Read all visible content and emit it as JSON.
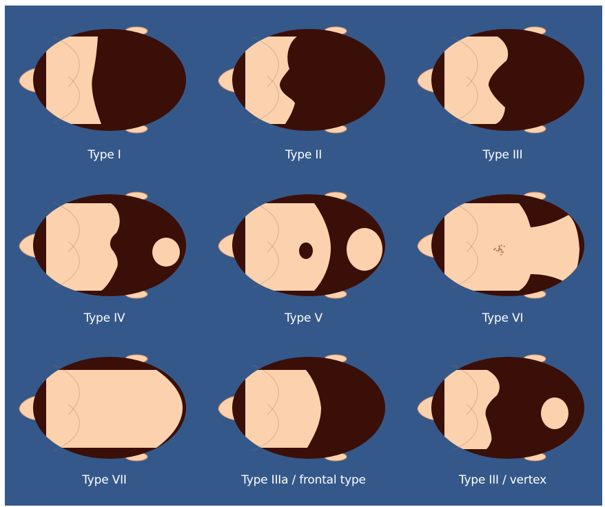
{
  "background_color": "#35588a",
  "hair_color": "#3a0f08",
  "skin_color": "#fbd2ad",
  "caption_color": "#ffffff",
  "diagrams": [
    {
      "key": "type-i",
      "label": "Type I"
    },
    {
      "key": "type-ii",
      "label": "Type II"
    },
    {
      "key": "type-iii",
      "label": "Type III"
    },
    {
      "key": "type-iv",
      "label": "Type IV"
    },
    {
      "key": "type-v",
      "label": "Type V"
    },
    {
      "key": "type-vi",
      "label": "Type VI"
    },
    {
      "key": "type-vii",
      "label": "Type VII"
    },
    {
      "key": "type-iiia-frontal",
      "label": "Type IIIa / frontal type"
    },
    {
      "key": "type-iii-vertex",
      "label": "Type III / vertex"
    }
  ]
}
